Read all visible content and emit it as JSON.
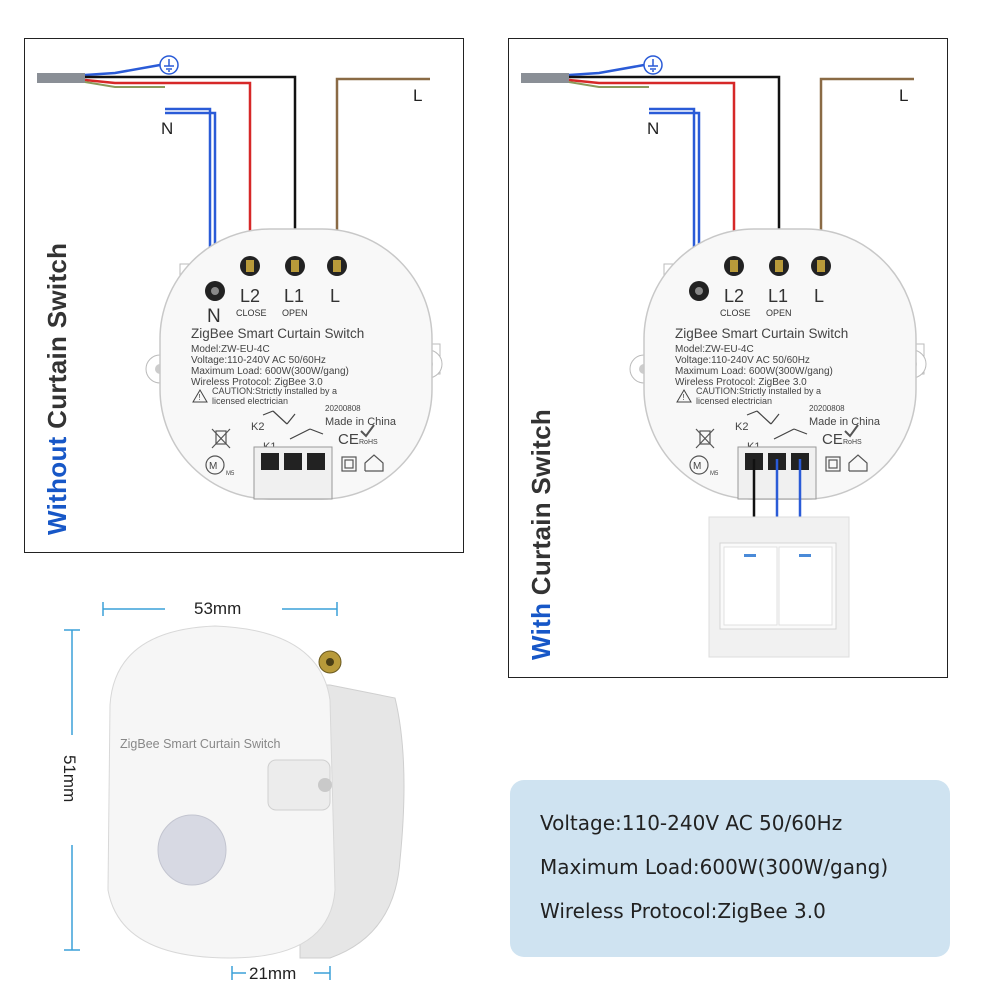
{
  "panels": {
    "without": {
      "label_accent": "Without",
      "label_rest": " Curtain Switch"
    },
    "with": {
      "label_accent": "With",
      "label_rest": " Curtain Switch"
    }
  },
  "wires": {
    "neutral": "N",
    "live": "L"
  },
  "module": {
    "terminals": {
      "n": "N",
      "l2": "L2",
      "l2_sub": "CLOSE",
      "l1": "L1",
      "l1_sub": "OPEN",
      "l": "L"
    },
    "title": "ZigBee Smart Curtain Switch",
    "model": "Model:ZW-EU-4C",
    "voltage": "Voltage:110-240V AC 50/60Hz",
    "load": "Maximum Load: 600W(300W/gang)",
    "protocol": "Wireless Protocol: ZigBee 3.0",
    "caution_1": "CAUTION:Strictly installed by a",
    "caution_2": "licensed electrician",
    "date": "20200808",
    "made_in": "Made in China",
    "k2": "K2",
    "k1": "K1",
    "ce": "CE",
    "rohs": "RoHS",
    "m_mark": "M",
    "m5": "M5"
  },
  "product": {
    "label": "ZigBee Smart Curtain Switch",
    "width": "53mm",
    "height": "51mm",
    "depth": "21mm"
  },
  "specs": {
    "voltage": "Voltage:110-240V AC 50/60Hz",
    "load": "Maximum Load:600W(300W/gang)",
    "protocol": "Wireless Protocol:ZigBee 3.0"
  },
  "colors": {
    "accent": "#1757c7",
    "wire_blue": "#2a5bd7",
    "wire_red": "#d62828",
    "wire_black": "#111111",
    "wire_brown": "#8a6a45",
    "spec_bg": "#cfe3f1",
    "dim_line": "#3aa0d8"
  }
}
